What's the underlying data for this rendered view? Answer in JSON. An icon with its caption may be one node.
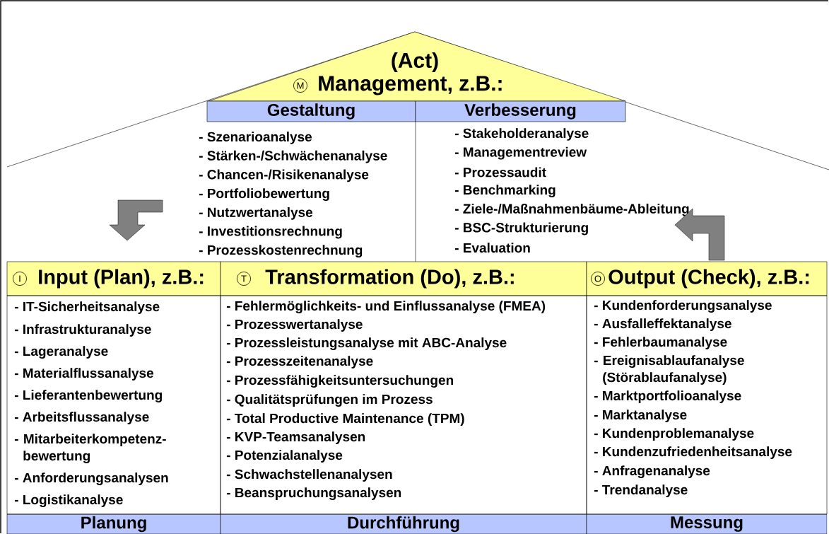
{
  "diagram": {
    "nodes": [
      {
        "text": [
          "(Act)",
          "M",
          "Management, z.B.:"
        ]
      },
      {
        "text": [
          "Gestaltung"
        ]
      },
      {
        "text": [
          "Verbesserung"
        ]
      },
      {
        "text": [
          "I",
          "Input (Plan), z.B.:"
        ]
      },
      {
        "text": [
          "T",
          "Transformation (Do), z.B.:"
        ]
      },
      {
        "text": [
          "O",
          "Output (Check), z.B.:"
        ]
      },
      {
        "text": [
          "- IT-Sicherheitsanalyse",
          "- Infrastrukturanalyse",
          "- Lageranalyse",
          "- Materialflussanalyse",
          "- Lieferantenbewertung",
          "- Arbeitsflussanalyse",
          "- Mitarbeiterkompetenz- bewertung",
          "- Anforderungsanalysen",
          "- Logistikanalyse"
        ]
      },
      {
        "text": [
          "- Fehlermöglichkeits- und Einflussanalyse (FMEA)",
          "- Prozesswertanalyse",
          "- Prozessleistungsanalyse mit ABC-Analyse",
          "- Prozesszeitenanalyse",
          "- Prozessfähigkeitsuntersuchungen",
          "- Qualitätsprüfungen im Prozess",
          "- Total Productive Maintenance (TPM)",
          "- KVP-Teamsanalysen",
          "- Potenzialanalyse",
          "- Schwachstellenanalysen",
          "- Beanspruchungsanalysen"
        ]
      },
      {
        "text": [
          "- Kundenforderungsanalyse",
          "- Ausfalleffektanalyse",
          "- Fehlerbaumanalyse",
          "- Ereignisablaufanalyse (Störablaufanalyse)",
          "- Marktportfolioanalyse",
          "- Marktanalyse",
          "- Kundenproblemanalyse",
          "- Kundenzufriedenheitsanalyse",
          "- Anfragenanalyse",
          "- Trendanalyse"
        ]
      },
      {
        "text": [
          "Planung"
        ]
      },
      {
        "text": [
          "Durchführung"
        ]
      },
      {
        "text": [
          "Messung"
        ]
      }
    ],
    "labels": [
      "- Szenarioanalyse",
      "- Stärken-/Schwächenanalyse",
      "- Chancen-/Risikenanalyse",
      "- Portfoliobewertung",
      "- Nutzwertanalyse",
      "- Investitionsrechnung",
      "- Prozesskostenrechnung",
      "- Stakeholderanalyse",
      "- Managementreview",
      "- Prozessaudit",
      "- Benchmarking",
      "- Ziele-/Maßnahmenbäume-Ableitung",
      "- BSC-Strukturierung",
      "- Evaluation"
    ]
  }
}
